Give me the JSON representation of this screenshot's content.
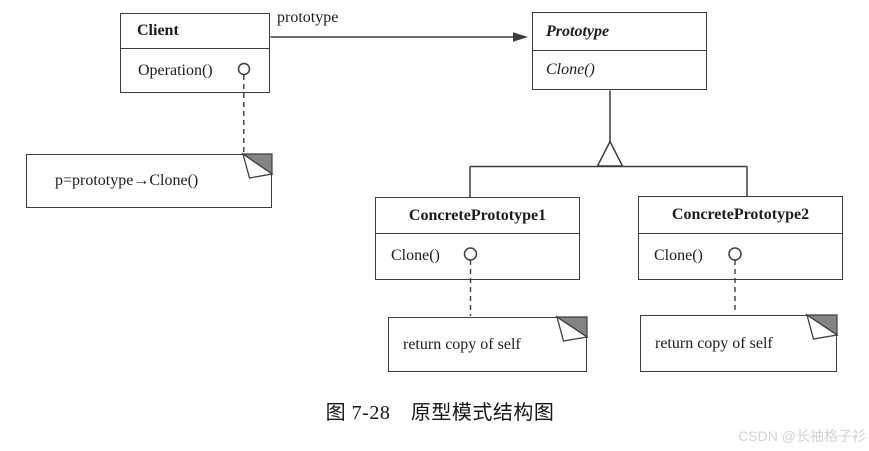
{
  "diagram": {
    "association": {
      "label": "prototype"
    },
    "classes": {
      "client": {
        "name": "Client",
        "method": "Operation()"
      },
      "prototype": {
        "name": "Prototype",
        "method": "Clone()"
      },
      "concrete1": {
        "name": "ConcretePrototype1",
        "method": "Clone()"
      },
      "concrete2": {
        "name": "ConcretePrototype2",
        "method": "Clone()"
      }
    },
    "notes": {
      "client_note": {
        "text": "p=prototype→Clone()"
      },
      "concrete1_note": {
        "text": "return copy of self"
      },
      "concrete2_note": {
        "text": "return copy of self"
      }
    },
    "caption": "图 7-28　原型模式结构图",
    "watermark": "CSDN @长袖格子衫",
    "colors": {
      "line": "#3d3d3d",
      "note_fold": "#848484",
      "background": "#ffffff",
      "watermark": "#d3d3d3"
    }
  }
}
